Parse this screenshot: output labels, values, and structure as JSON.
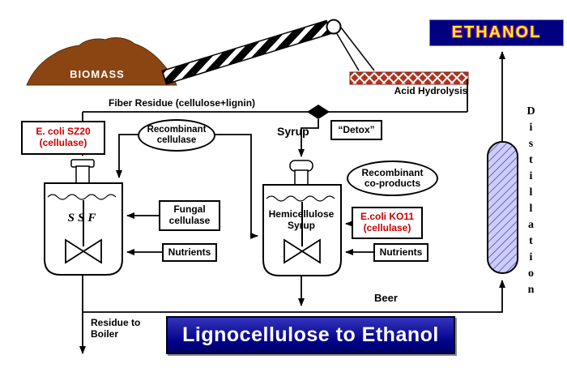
{
  "title": "Lignocellulose to Ethanol",
  "top": {
    "biomass": "BIOMASS",
    "ethanol": "ETHANOL",
    "acid_hydrolysis": "Acid Hydrolysis",
    "fiber_residue": "Fiber Residue (cellulose+lignin)"
  },
  "middle": {
    "ecoli_sz20_line1": "E. coli SZ20",
    "ecoli_sz20_line2": "(cellulase)",
    "recombinant_cellulase_line1": "Recombinant",
    "recombinant_cellulase_line2": "cellulase",
    "syrup": "Syrup",
    "detox": "“Detox”",
    "recombinant_coproducts_line1": "Recombinant",
    "recombinant_coproducts_line2": "co-products"
  },
  "tanks": {
    "ssf_label": "SSF",
    "hemicellulose_line1": "Hemicellulose",
    "hemicellulose_line2": "Syrup",
    "fungal_line1": "Fungal",
    "fungal_line2": "cellulase",
    "nutrients_left": "Nutrients",
    "ecoli_ko11_line1": "E.coli KO11",
    "ecoli_ko11_line2": "(cellulase)",
    "nutrients_right": "Nutrients"
  },
  "column": {
    "distillation": "Distillation"
  },
  "bottom": {
    "beer": "Beer",
    "residue_line1": "Residue to",
    "residue_line2": "Boiler"
  },
  "colors": {
    "ethanol_text": "#FFFF00",
    "ethanol_bg": "#000080",
    "banner_bg": "#000099",
    "banner_text": "#FFFFFF",
    "strain_text": "#CC0000",
    "biomass_fill": "#8B4513",
    "acid_bar": "#B23220",
    "column_fill": "#CCCCFF"
  }
}
